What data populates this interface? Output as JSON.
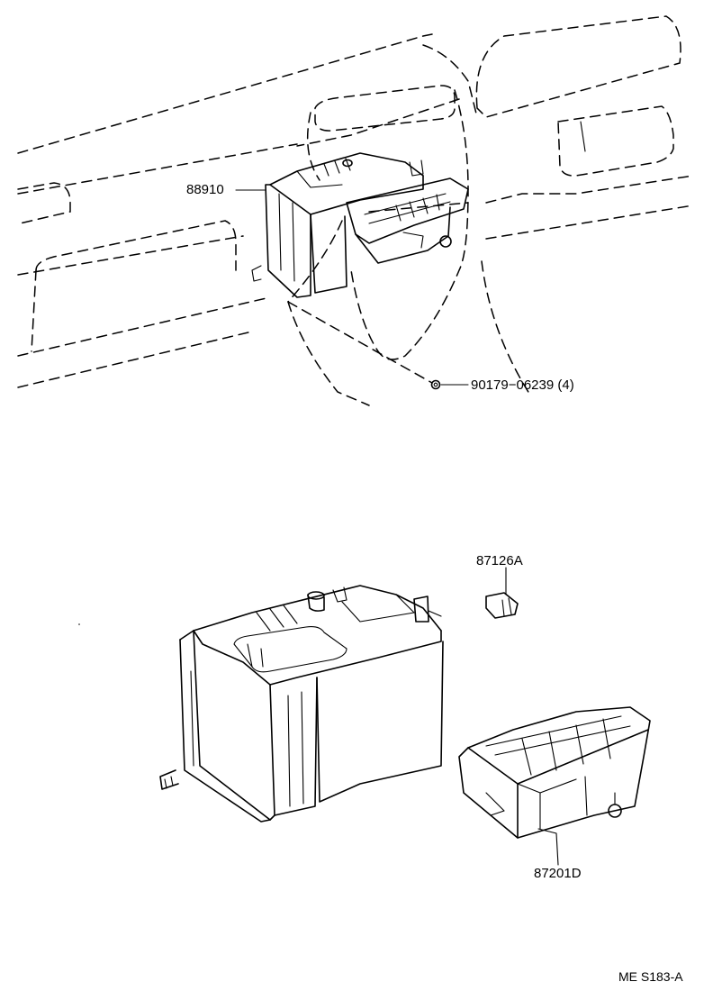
{
  "labels": {
    "part_88910": "88910",
    "part_90179": "90179−06239",
    "part_90179_qty": "(4)",
    "part_87126a": "87126A",
    "part_87201d": "87201D",
    "diagram_code": "ME S183-A"
  }
}
